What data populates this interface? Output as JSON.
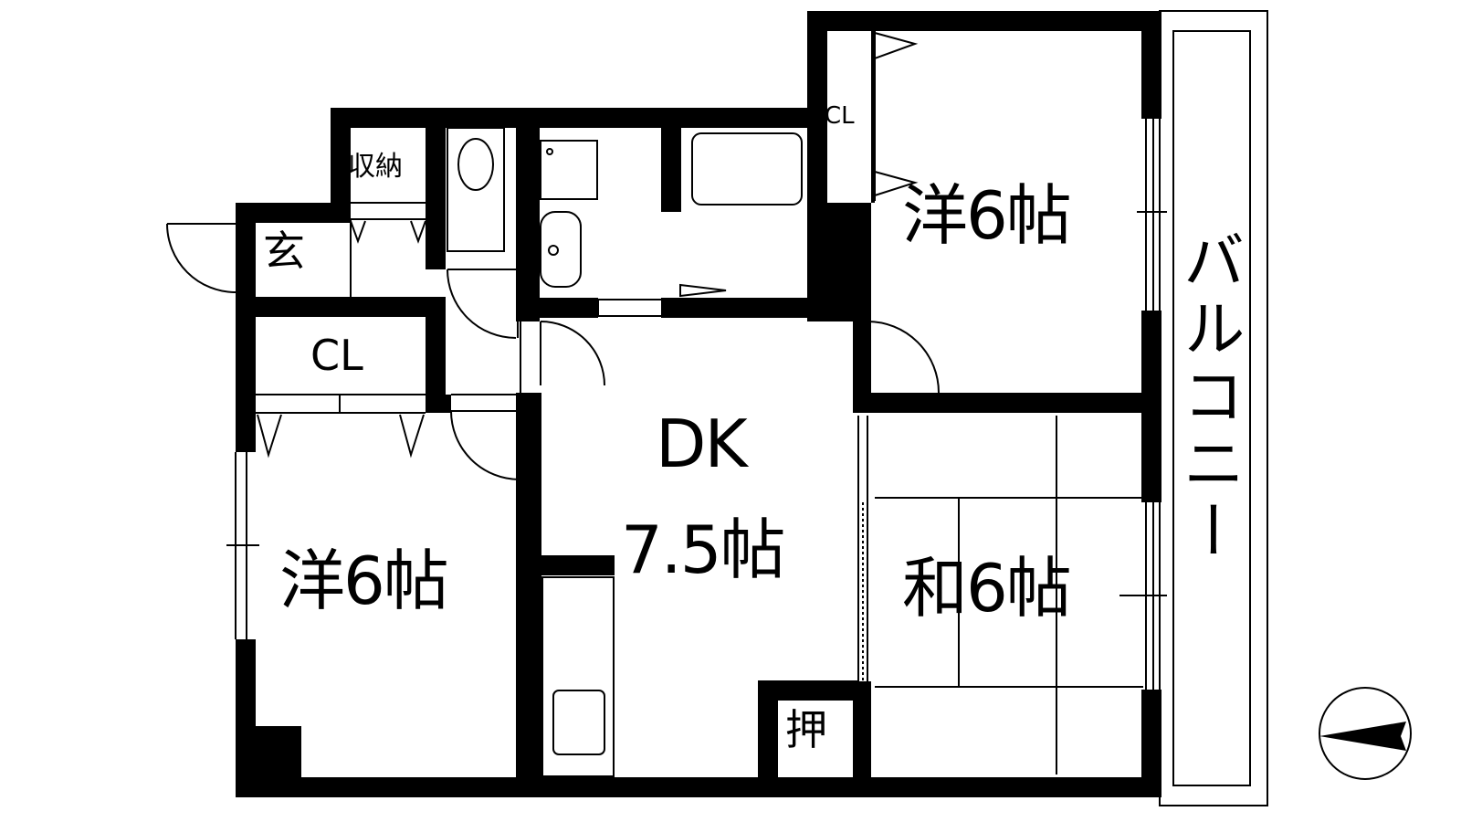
{
  "rooms": {
    "western_top": "洋6帖",
    "western_left": "洋6帖",
    "japanese": "和6帖",
    "dk_name": "DK",
    "dk_size": "7.5帖",
    "balcony": "バルコニー",
    "entrance": "玄",
    "storage": "収納",
    "closet_left": "CL",
    "closet_top": "CL",
    "oshiire": "押"
  },
  "compass": {
    "direction": "west",
    "icon": "north-arrow-icon"
  },
  "colors": {
    "wall": "#000000",
    "background": "#ffffff"
  }
}
